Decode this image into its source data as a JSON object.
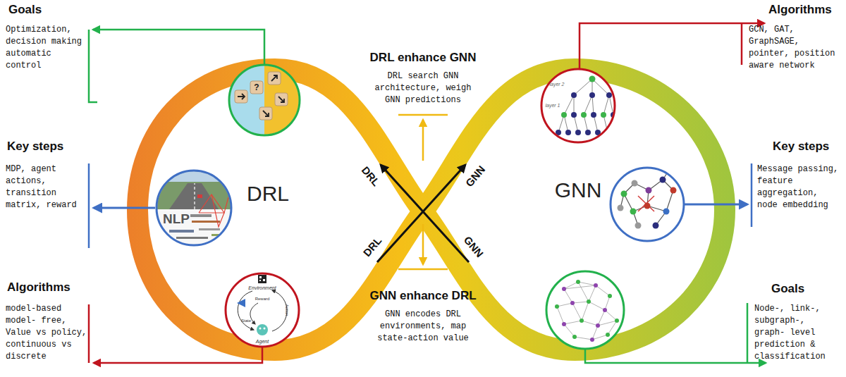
{
  "diagram": {
    "nodes": [
      {
        "text": [
          "DRL"
        ]
      },
      {
        "text": [
          "GNN"
        ]
      }
    ],
    "labels": [
      "Goals",
      "Optimization, decision making automatic control",
      "Key steps",
      "MDP, agent actions, transition matrix, reward",
      "Algorithms",
      "model-based model- free, Value vs policy, continuous vs discrete",
      "DRL enhance GNN",
      "DRL search GNN architecture, weigh GNN predictions",
      "GNN enhance DRL",
      "GNN encodes DRL environments, map state-action value",
      "DRL",
      "GNN",
      "DRL",
      "GNN",
      "Algorithms",
      "GCN, GAT, GraphSAGE, pointer, position aware network",
      "Key steps",
      "Message passing, feature aggregation, node embedding",
      "Goals",
      "Node-, link-, subgraph-, graph- level prediction & classification",
      "?",
      "NLP",
      "Environment",
      "Reward",
      "State",
      "Action",
      "Agent",
      "layer 2",
      "layer 1"
    ]
  }
}
